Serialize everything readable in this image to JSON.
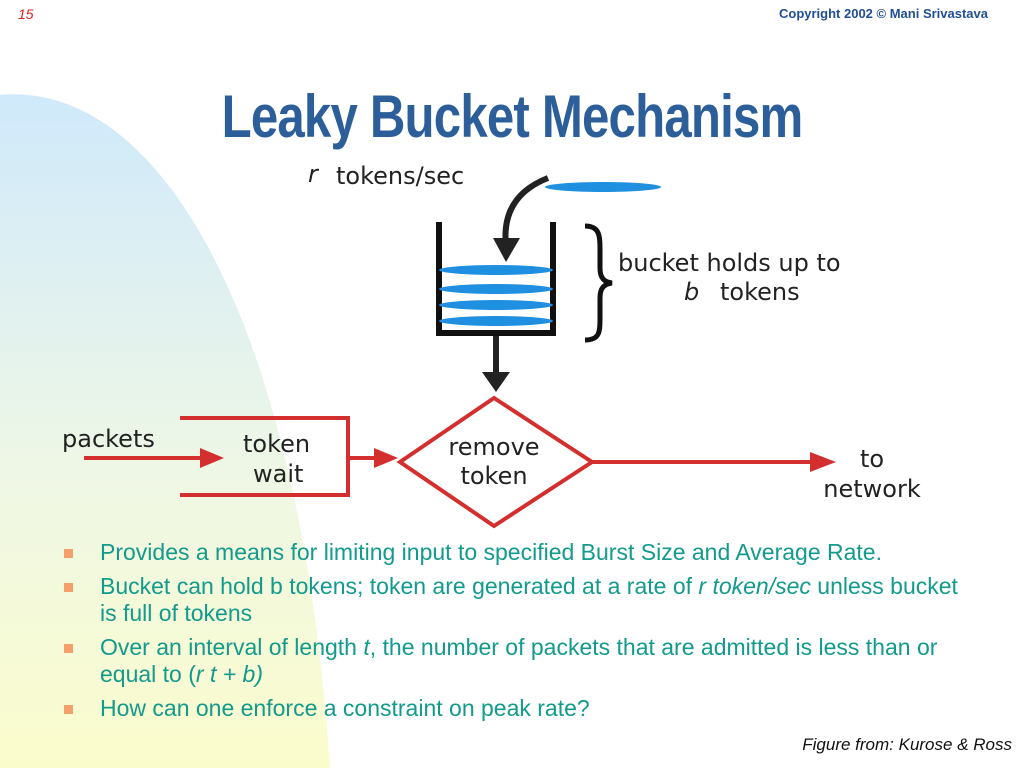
{
  "header": {
    "slide_number": "15",
    "copyright": "Copyright 2002 © Mani Srivastava"
  },
  "title": "Leaky Bucket Mechanism",
  "diagram": {
    "token_rate_symbol": "r",
    "token_rate_label": "tokens/sec",
    "bucket_label_line1": "bucket holds up to",
    "bucket_label_symbol": "b",
    "bucket_label_line2": "tokens",
    "packets_label": "packets",
    "token_wait_line1": "token",
    "token_wait_line2": "wait",
    "remove_token_line1": "remove",
    "remove_token_line2": "token",
    "to_network_line1": "to",
    "to_network_line2": "network"
  },
  "bullets": [
    {
      "text": "Provides a means for limiting input to specified Burst Size and Average Rate."
    },
    {
      "pre": "Bucket can hold b tokens; token are generated at a rate of ",
      "em": "r token/sec",
      "post": " unless bucket is full of tokens"
    },
    {
      "pre": "Over an interval of length ",
      "em": "t",
      "post": ", the number of packets that are admitted is less than or equal to  (",
      "em2": "r t + b)"
    },
    {
      "text": "How can one enforce a constraint on peak rate?"
    }
  ],
  "figure_credit": "Figure from: Kurose & Ross",
  "colors": {
    "title": "#2c5f9a",
    "bullet_text": "#129a8c",
    "bullet_marker": "#f5a06a",
    "token": "#1f8fe0",
    "flow_red": "#d32f2f",
    "copyright": "#1f4e96",
    "slide_number": "#e02020"
  }
}
